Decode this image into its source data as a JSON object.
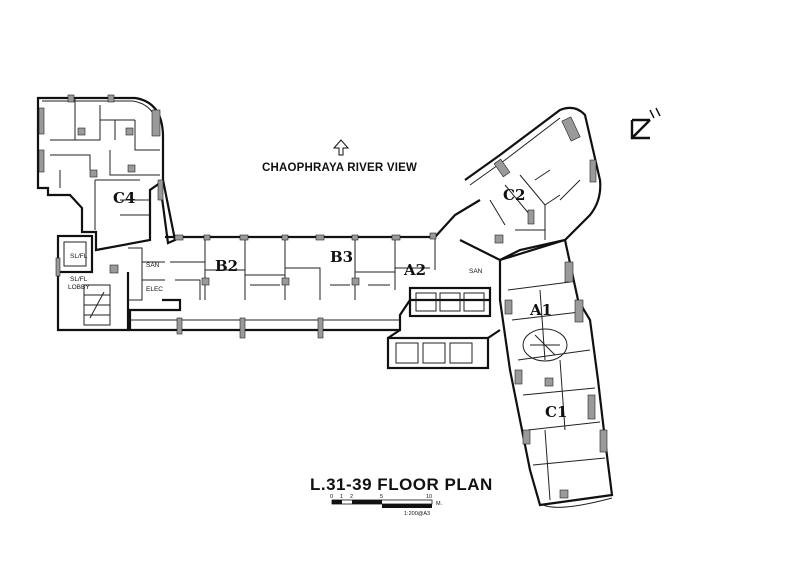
{
  "river_view": "CHAOPHRAYA RIVER VIEW",
  "title": "L.31-39  FLOOR PLAN",
  "units": {
    "c4": "C4",
    "b2": "B2",
    "b3": "B3",
    "a2": "A2",
    "c2": "C2",
    "a1": "A1",
    "c1": "C1"
  },
  "rooms": {
    "san_left": "SAN",
    "elec": "ELEC",
    "san_right": "SAN",
    "slfl_top": "SL/FL",
    "slfl_lobby_1": "SL/FL",
    "slfl_lobby_2": "LOBBY"
  },
  "scale_bar": {
    "ticks": [
      "0",
      "1",
      "2",
      "5",
      "10"
    ],
    "unit": "M.",
    "ratio": "1:200@A3"
  },
  "north_icon": "north-arrow-icon",
  "view_arrow_icon": "up-arrow-icon"
}
